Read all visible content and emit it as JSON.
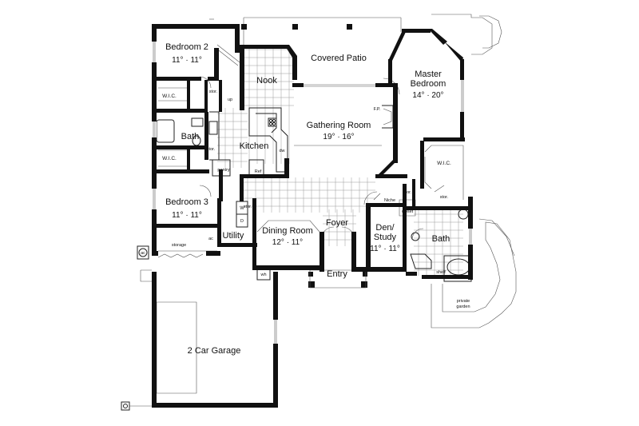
{
  "rooms": {
    "bedroom2": {
      "name": "Bedroom 2",
      "dims": "11° · 11°"
    },
    "nook": {
      "name": "Nook"
    },
    "covered_patio": {
      "name": "Covered Patio"
    },
    "master_bedroom": {
      "name_line1": "Master",
      "name_line2": "Bedroom",
      "dims": "14° · 20°"
    },
    "gathering_room": {
      "name": "Gathering Room",
      "dims": "19° · 16°"
    },
    "kitchen": {
      "name": "Kitchen"
    },
    "bath_left": {
      "name": "Bath"
    },
    "bedroom3": {
      "name": "Bedroom 3",
      "dims": "11° · 11°"
    },
    "dining_room": {
      "name": "Dining Room",
      "dims": "12° · 11°"
    },
    "foyer": {
      "name": "Foyer"
    },
    "den_study": {
      "name_line1": "Den/",
      "name_line2": "Study",
      "dims": "11° · 11°"
    },
    "bath_master": {
      "name": "Bath"
    },
    "utility": {
      "name": "Utility"
    },
    "entry": {
      "name": "Entry"
    },
    "garage": {
      "name": "2 Car Garage"
    },
    "private_garden": {
      "name_line1": "private",
      "name_line2": "garden"
    }
  },
  "small_labels": {
    "wic_bed2": "W.I.C.",
    "wic_bed3": "W.I.C.",
    "wic_master": "W.I.C.",
    "stor_bed2": "stor.",
    "stor_bath": "stor.",
    "stor_utility": "stor.",
    "stor_master1": "stor.",
    "stor_master2": "stor.",
    "up": "up",
    "pantry": "pantry",
    "ref": "Ref",
    "dw": "dw",
    "fp": "F.P.",
    "niche": "Niche",
    "closet": "closet",
    "storage": "storage",
    "ac_garage": "ac",
    "ac_outside": "ac",
    "w": "W",
    "d": "D",
    "wh": "wh",
    "shelf": "shelf"
  }
}
